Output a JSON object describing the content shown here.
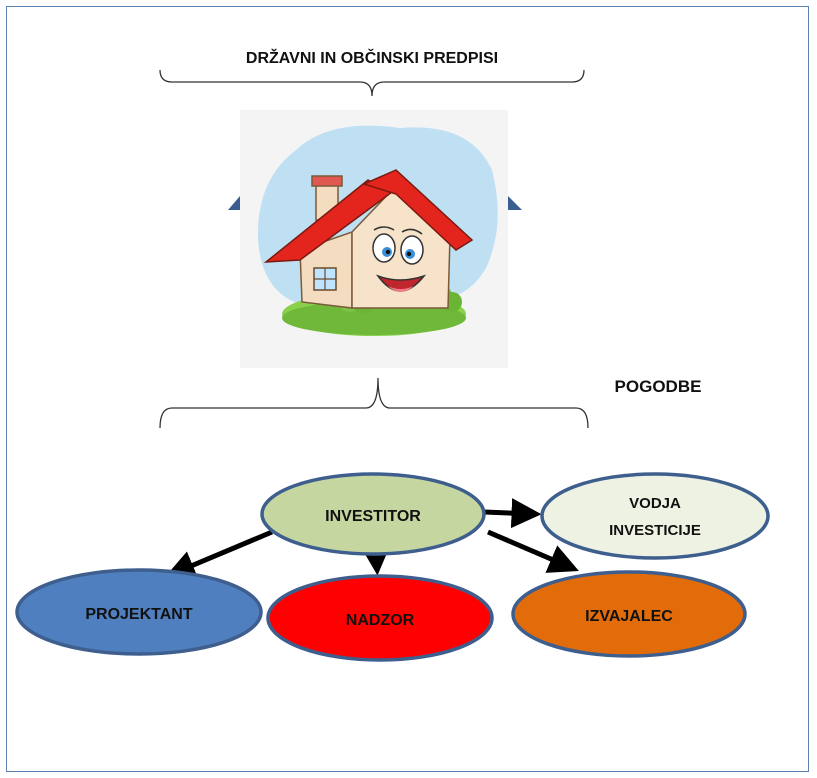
{
  "top_label": "DRŽAVNI IN OBČINSKI PREDPISI",
  "contracts_label": "POGODBE",
  "house_image": "cartoon-house-icon",
  "nodes": {
    "investitor": {
      "label": "INVESTITOR",
      "fill": "#c5d6a1"
    },
    "vodja": {
      "line1": "VODJA",
      "line2": "INVESTICIJE",
      "fill": "#eef2e3"
    },
    "projektant": {
      "label": "PROJEKTANT",
      "fill": "#4f7fbf"
    },
    "nadzor": {
      "label": "NADZOR",
      "fill": "#ff0000"
    },
    "izvajalec": {
      "label": "IZVAJALEC",
      "fill": "#e36c0a"
    }
  },
  "colors": {
    "node_border": "#3e5f8e",
    "bracket": "#333333",
    "arrow": "#000000",
    "frame": "#5b7fb6"
  }
}
